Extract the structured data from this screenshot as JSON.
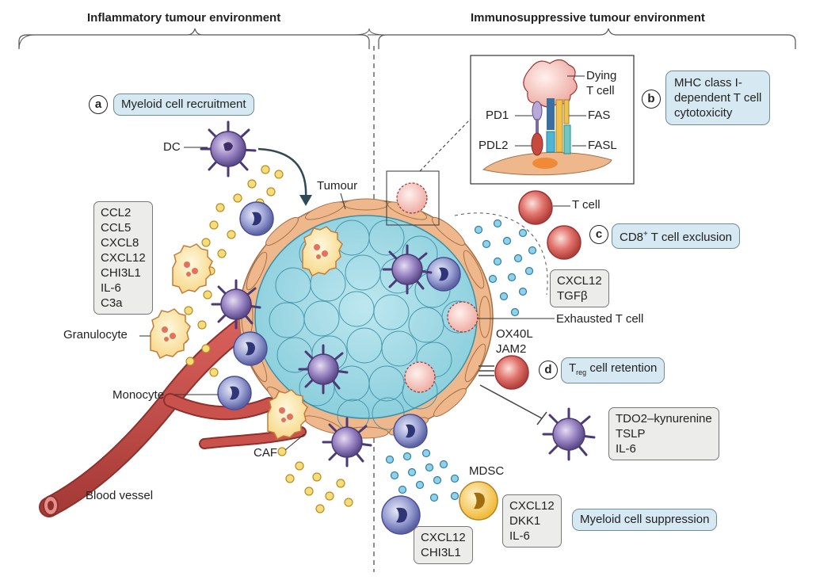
{
  "headers": {
    "left": "Inflammatory tumour environment",
    "right": "Immunosuppressive tumour environment"
  },
  "panels": {
    "a": {
      "letter": "a",
      "title": "Myeloid cell recruitment"
    },
    "b": {
      "letter": "b",
      "title": "MHC class I-dependent T cell cytotoxicity",
      "lines": [
        "MHC class I-",
        "dependent T cell",
        "cytotoxicity"
      ]
    },
    "c": {
      "letter": "c",
      "title_prefix": "CD8",
      "title_sup": "+",
      "title_suffix": " T cell exclusion"
    },
    "d": {
      "letter": "d",
      "title_prefix": "T",
      "title_sub": "reg",
      "title_suffix": " cell retention"
    },
    "myeloid_suppression": {
      "title": "Myeloid cell suppression"
    }
  },
  "cell_labels": {
    "dc": "DC",
    "tumour": "Tumour",
    "granulocyte": "Granulocyte",
    "monocyte": "Monocyte",
    "caf": "CAF",
    "blood_vessel": "Blood vessel",
    "t_cell": "T cell",
    "exhausted_t_cell": "Exhausted T cell",
    "mdsc": "MDSC"
  },
  "inset_labels": {
    "dying_t_cell": [
      "Dying",
      "T cell"
    ],
    "pd1": "PD1",
    "pdl2": "PDL2",
    "fas": "FAS",
    "fasl": "FASL"
  },
  "factor_boxes": {
    "inflammatory": [
      "CCL2",
      "CCL5",
      "CXCL8",
      "CXCL12",
      "CHI3L1",
      "IL-6",
      "C3a"
    ],
    "exclusion": [
      "CXCL12",
      "TGFβ"
    ],
    "retention": [
      "OX40L",
      "JAM2"
    ],
    "suppression": [
      "TDO2–kynurenine",
      "TSLP",
      "IL-6"
    ],
    "mdsc": [
      "CXCL12",
      "DKK1",
      "IL-6"
    ],
    "monocyte": [
      "CXCL12",
      "CHI3L1"
    ]
  },
  "colors": {
    "tumour_cell": "#9fd8e3",
    "tumour_outline": "#3a8fa6",
    "caf": "#eeb88c",
    "dc_purple": "#7d6aa8",
    "monocyte": "#8e95c9",
    "t_cell": "#d9615f",
    "exhausted_t_cell": "#f2b5b0",
    "mdsc": "#f2c34d",
    "granule_yellow": "#f6dc7a",
    "chemokine_blue": "#5fb3d4",
    "blood_vessel": "#c24a46",
    "pill_fill": "#d6e9f3",
    "box_fill": "#ececea"
  }
}
